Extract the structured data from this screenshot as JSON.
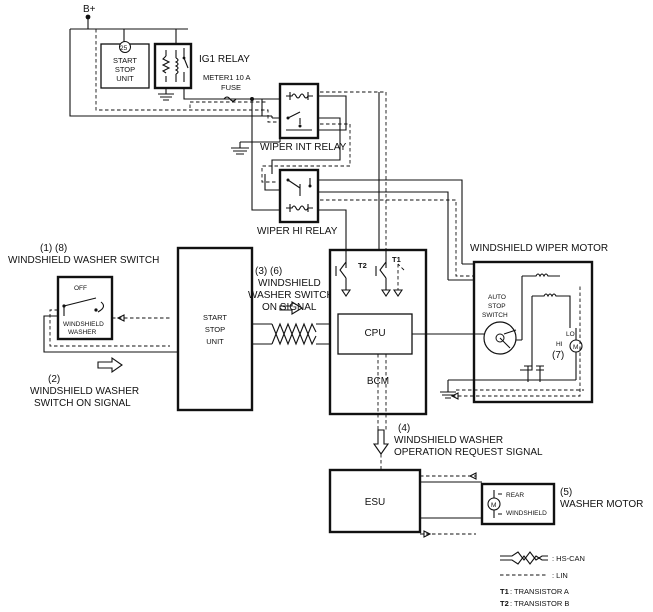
{
  "supply": {
    "label": "B+"
  },
  "start_stop_small": {
    "line1": "START",
    "line2": "STOP",
    "line3": "UNIT",
    "meter_symbol": "25"
  },
  "ig1_relay": {
    "label": "IG1 RELAY"
  },
  "fuse": {
    "line1": "METER1 10 A",
    "line2": "FUSE"
  },
  "wiper_int_relay": {
    "label": "WIPER INT RELAY"
  },
  "wiper_hi_relay": {
    "label": "WIPER HI RELAY"
  },
  "washer_switch": {
    "num": "(1) (8)",
    "title": "WINDSHIELD WASHER SWITCH",
    "off": "OFF",
    "line1": "WINDSHIELD",
    "line2": "WASHER"
  },
  "signal_2": {
    "num": "(2)",
    "line1": "WINDSHIELD WASHER",
    "line2": "SWITCH ON SIGNAL"
  },
  "start_stop_unit": {
    "line1": "START",
    "line2": "STOP",
    "line3": "UNIT"
  },
  "signal_36": {
    "num": "(3) (6)",
    "line1": "WINDSHIELD",
    "line2": "WASHER SWITCH",
    "line3": "ON SIGNAL"
  },
  "bcm": {
    "label": "BCM",
    "cpu": "CPU",
    "t1": "T1",
    "t2": "T2"
  },
  "wiper_motor": {
    "title": "WINDSHIELD WIPER MOTOR",
    "auto1": "AUTO",
    "auto2": "STOP",
    "auto3": "SWITCH",
    "lo": "LO",
    "hi": "HI",
    "num": "(7)",
    "motor_symbol": "M"
  },
  "signal_4": {
    "num": "(4)",
    "line1": "WINDSHIELD WASHER",
    "line2": "OPERATION REQUEST SIGNAL"
  },
  "esu": {
    "label": "ESU"
  },
  "washer_motor": {
    "num": "(5)",
    "label": "WASHER MOTOR",
    "rear": "REAR",
    "windshield": "WINDSHIELD",
    "motor_symbol": "M"
  },
  "legend": {
    "hs_can": ": HS-CAN",
    "lin": ": LIN",
    "t1_key": "T1",
    "t1_text": ": TRANSISTOR A",
    "t2_key": "T2",
    "t2_text": ": TRANSISTOR B"
  }
}
